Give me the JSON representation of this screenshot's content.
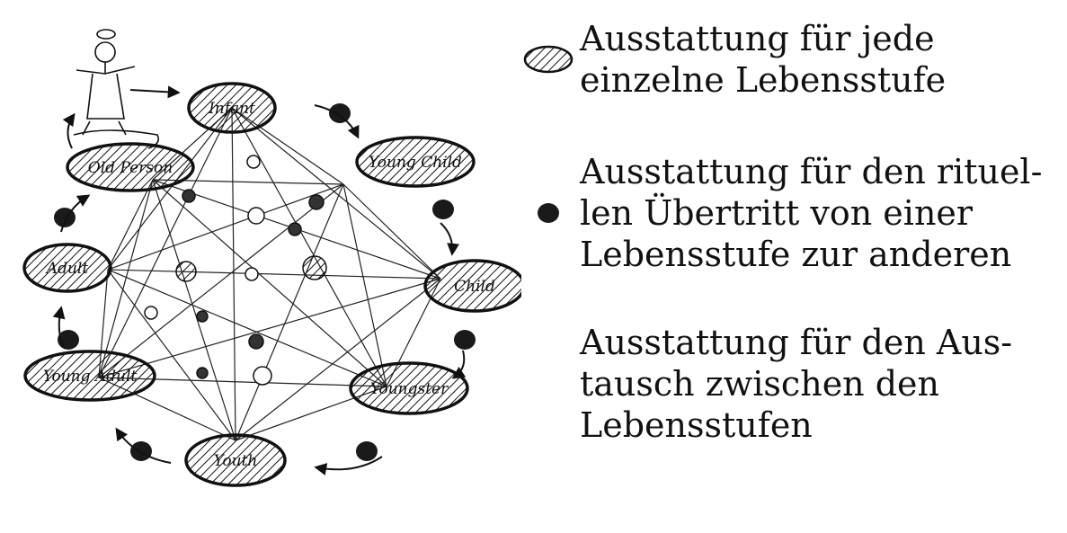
{
  "diagram": {
    "stages": [
      {
        "id": "infant",
        "label": "Infant"
      },
      {
        "id": "young-child",
        "label": "Young Child"
      },
      {
        "id": "child",
        "label": "Child"
      },
      {
        "id": "youngster",
        "label": "Youngster"
      },
      {
        "id": "youth",
        "label": "Youth"
      },
      {
        "id": "young-adult",
        "label": "Young Adult"
      },
      {
        "id": "adult",
        "label": "Adult"
      },
      {
        "id": "old-person",
        "label": "Old Person"
      }
    ]
  },
  "legend": {
    "stage_equipment": [
      "Ausstattung für jede",
      "einzelne Lebensstufe"
    ],
    "transition_equipment": [
      "Ausstattung für den rituel-",
      "len Übertritt von einer",
      "Lebensstufe zur anderen"
    ],
    "exchange_equipment": [
      "Ausstattung für den Aus-",
      "tausch zwischen den",
      "Lebensstufen"
    ]
  },
  "colors": {
    "ink": "#111111",
    "background": "#ffffff"
  }
}
